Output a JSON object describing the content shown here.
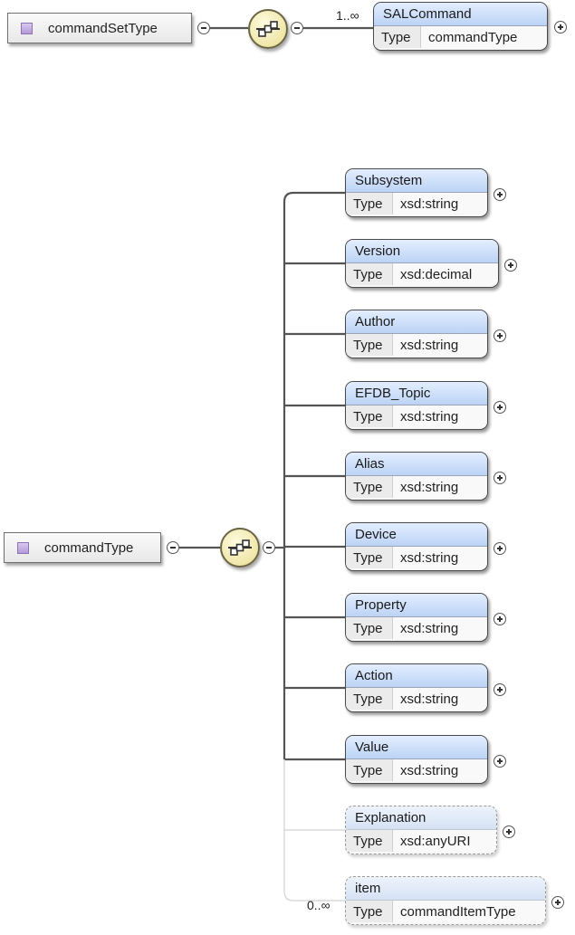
{
  "diagram": {
    "top": {
      "type_name": "commandSetType",
      "cardinality": "1..∞",
      "element": {
        "name": "SALCommand",
        "type_key": "Type",
        "type_value": "commandType"
      }
    },
    "main": {
      "type_name": "commandType",
      "elements": [
        {
          "name": "Subsystem",
          "type_key": "Type",
          "type_value": "xsd:string",
          "optional": false,
          "cardinality": ""
        },
        {
          "name": "Version",
          "type_key": "Type",
          "type_value": "xsd:decimal",
          "optional": false,
          "cardinality": ""
        },
        {
          "name": "Author",
          "type_key": "Type",
          "type_value": "xsd:string",
          "optional": false,
          "cardinality": ""
        },
        {
          "name": "EFDB_Topic",
          "type_key": "Type",
          "type_value": "xsd:string",
          "optional": false,
          "cardinality": ""
        },
        {
          "name": "Alias",
          "type_key": "Type",
          "type_value": "xsd:string",
          "optional": false,
          "cardinality": ""
        },
        {
          "name": "Device",
          "type_key": "Type",
          "type_value": "xsd:string",
          "optional": false,
          "cardinality": ""
        },
        {
          "name": "Property",
          "type_key": "Type",
          "type_value": "xsd:string",
          "optional": false,
          "cardinality": ""
        },
        {
          "name": "Action",
          "type_key": "Type",
          "type_value": "xsd:string",
          "optional": false,
          "cardinality": ""
        },
        {
          "name": "Value",
          "type_key": "Type",
          "type_value": "xsd:string",
          "optional": false,
          "cardinality": ""
        },
        {
          "name": "Explanation",
          "type_key": "Type",
          "type_value": "xsd:anyURI",
          "optional": true,
          "cardinality": ""
        },
        {
          "name": "item",
          "type_key": "Type",
          "type_value": "commandItemType",
          "optional": true,
          "cardinality": "0..∞"
        }
      ]
    },
    "icons": {
      "complex_type": "complex-type-icon",
      "sequence": "sequence-compositor-icon",
      "expand": "plus-circle-icon",
      "collapse": "minus-circle-icon"
    }
  }
}
